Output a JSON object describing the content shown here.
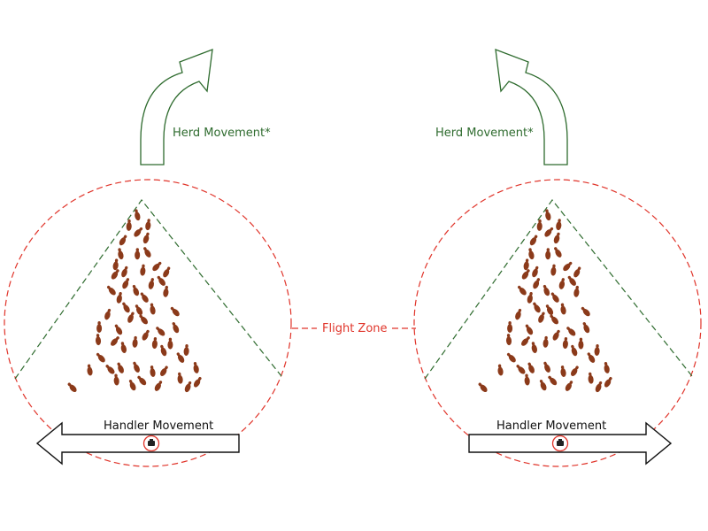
{
  "labels": {
    "herd_left": "Herd Movement*",
    "herd_right": "Herd Movement*",
    "flight_zone": "Flight Zone",
    "handler_left": "Handler Movement",
    "handler_right": "Handler Movement"
  },
  "colors": {
    "herd": "#2e6b2e",
    "flight_zone": "#e0342a",
    "cattle": "#8b3a1a",
    "handler_arrow": "#111111",
    "background": "#ffffff"
  },
  "icons": {
    "handler": "handler-icon",
    "cattle": "cow-icon"
  }
}
